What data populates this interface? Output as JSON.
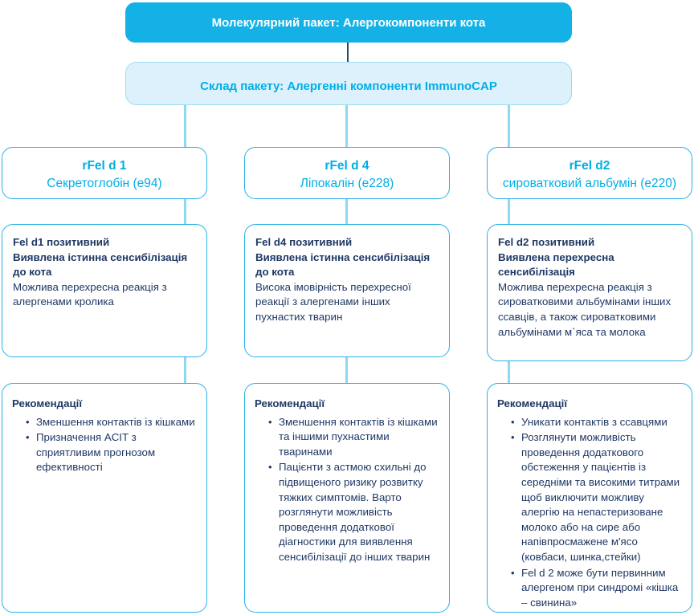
{
  "header": {
    "title": "Молекулярний пакет: Алергокомпоненти кота",
    "subtitle": "Склад пакету: Алергенні компоненти ImmunoCAP"
  },
  "colors": {
    "accent_fill": "#14B1E6",
    "accent_text": "#00AEE6",
    "light_fill": "#DCF1FB",
    "box_border": "#29B2E6",
    "navy_text": "#1F3864",
    "connector_cyan": "#8BD9F2",
    "connector_navy": "#2B4A68"
  },
  "columns": [
    {
      "header": {
        "name": "rFel d 1",
        "description": "Секретоглобін (e94)"
      },
      "result": {
        "heading_line1": "Fel d1 позитивний",
        "heading_line2": "Виявлена істинна сенсибілізація до кота",
        "body": "Можлива перехресна реакція з алергенами кролика"
      },
      "recommendations": {
        "title": "Рекомендації",
        "items": [
          "Зменшення контактів із кішками",
          "Призначення ACIT з сприятливим прогнозом ефективності"
        ]
      }
    },
    {
      "header": {
        "name": "rFel d 4",
        "description": "Ліпокалін (e228)"
      },
      "result": {
        "heading_line1": "Fel d4 позитивний",
        "heading_line2": "Виявлена істинна сенсибілізація до кота",
        "body": "Висока імовірність перехресної реакції з алергенами інших пухнастих тварин"
      },
      "recommendations": {
        "title": "Рекомендації",
        "items": [
          "Зменшення контактів із кішками та іншими пухнастими тваринами",
          "Пацієнти з астмою схильні до підвищеного ризику розвитку тяжких симптомів. Варто розглянути можливість проведення додаткової діагностики для виявлення сенсибілізації до інших тварин"
        ]
      }
    },
    {
      "header": {
        "name": "rFel d2",
        "description": "сироватковий альбумін (e220)"
      },
      "result": {
        "heading_line1": "Fel d2 позитивний",
        "heading_line2": "Виявлена перехресна сенсибілізація",
        "body": "Можлива перехресна реакція з сироватковими альбумінами інших ссавців, а також сироватковими альбумінами м`яса та молока"
      },
      "recommendations": {
        "title": "Рекомендації",
        "items": [
          "Уникати контактів з  ссавцями",
          "Розглянути можливість проведення додаткового обстеження у пацієнтів із середніми та високими титрами щоб виключити можливу алергію на непастеризоване молоко або на сире або напівпросмажене м'ясо (ковбаси, шинка,стейки)",
          "Fel d 2 може бути первинним алергеном при синдромі «кішка – свинина»"
        ]
      }
    }
  ]
}
